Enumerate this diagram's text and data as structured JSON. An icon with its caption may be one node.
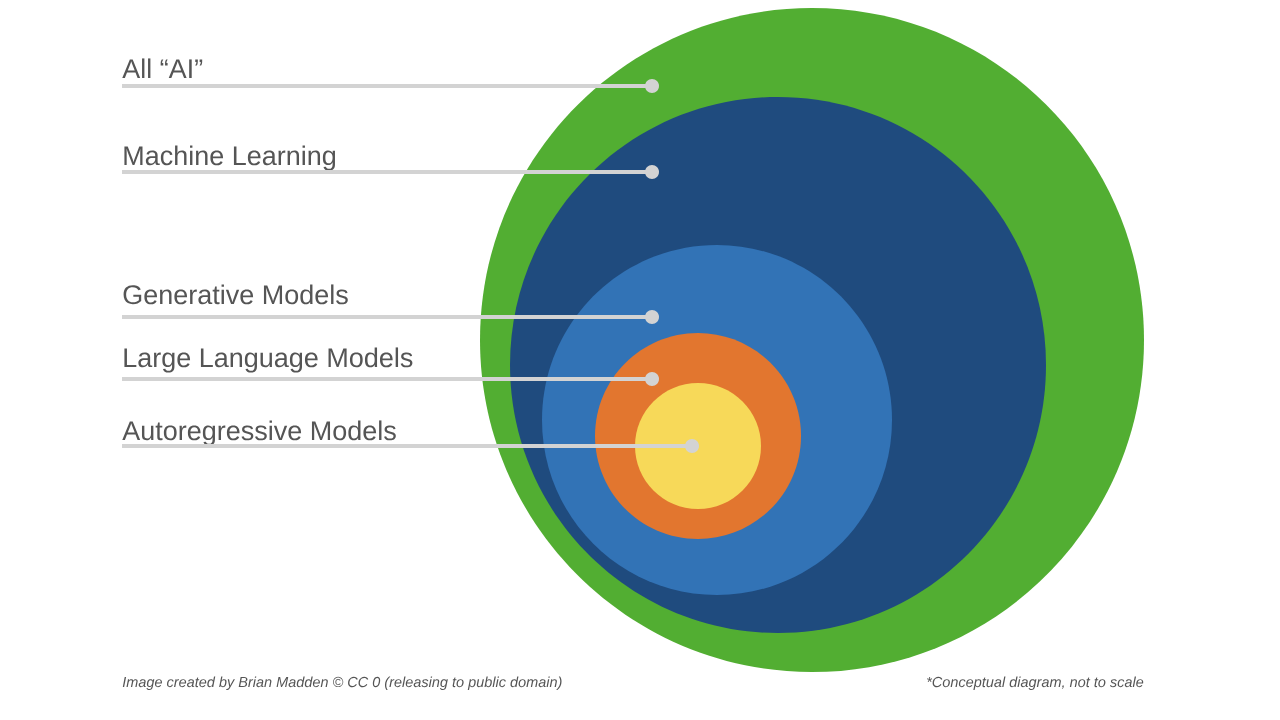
{
  "diagram": {
    "nodes": [
      {
        "text": [
          "All “AI”"
        ]
      },
      {
        "text": [],
        "shape": "circle"
      },
      {
        "text": [
          "Machine Learning"
        ]
      },
      {
        "text": [],
        "shape": "circle",
        "in": 1
      },
      {
        "text": [
          "Generative Models"
        ]
      },
      {
        "text": [],
        "shape": "circle",
        "in": 3
      },
      {
        "text": [
          "Large Language Models"
        ]
      },
      {
        "text": [],
        "shape": "circle",
        "in": 5
      },
      {
        "text": [
          "Autoregressive Models"
        ]
      },
      {
        "text": [],
        "shape": "circle",
        "in": 7
      }
    ],
    "edges": [
      {
        "from": 0,
        "to": 1,
        "arrow": "other"
      },
      {
        "from": 2,
        "to": 3,
        "arrow": "other"
      },
      {
        "from": 4,
        "to": 5,
        "arrow": "other"
      },
      {
        "from": 6,
        "to": 7,
        "arrow": "other"
      },
      {
        "from": 8,
        "to": 9,
        "arrow": "other"
      }
    ],
    "labels": [
      "Image created by Brian Madden © CC 0 (releasing to public domain)",
      "*Conceptual diagram, not to scale"
    ]
  }
}
